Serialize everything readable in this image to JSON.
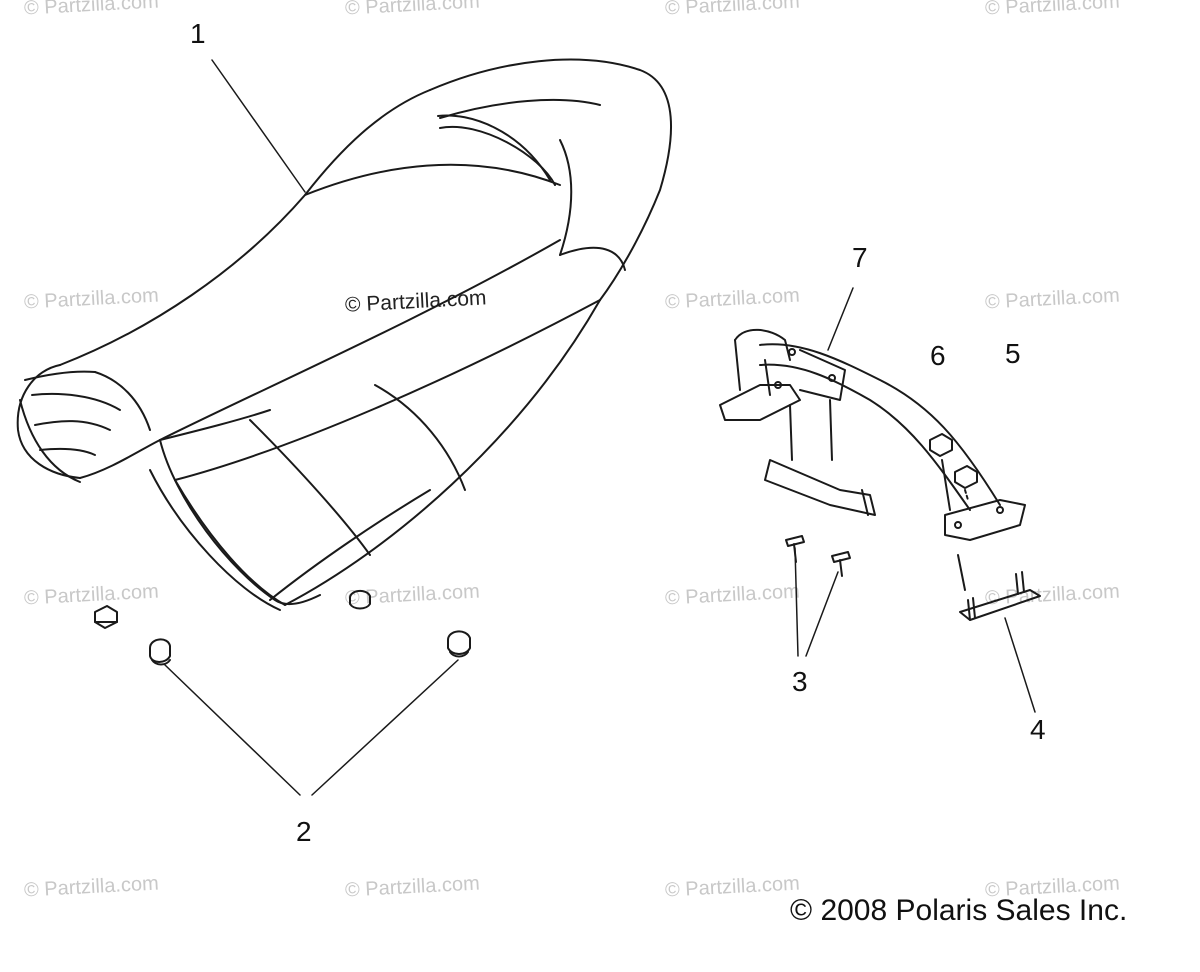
{
  "watermark": "© Partzilla.com",
  "copyright": "© 2008 Polaris Sales Inc.",
  "callouts": {
    "c1": "1",
    "c2": "2",
    "c3": "3",
    "c4": "4",
    "c5": "5",
    "c6": "6",
    "c7": "7"
  },
  "colors": {
    "line": "#1a1a1a",
    "watermark": "#c8c8c8"
  }
}
